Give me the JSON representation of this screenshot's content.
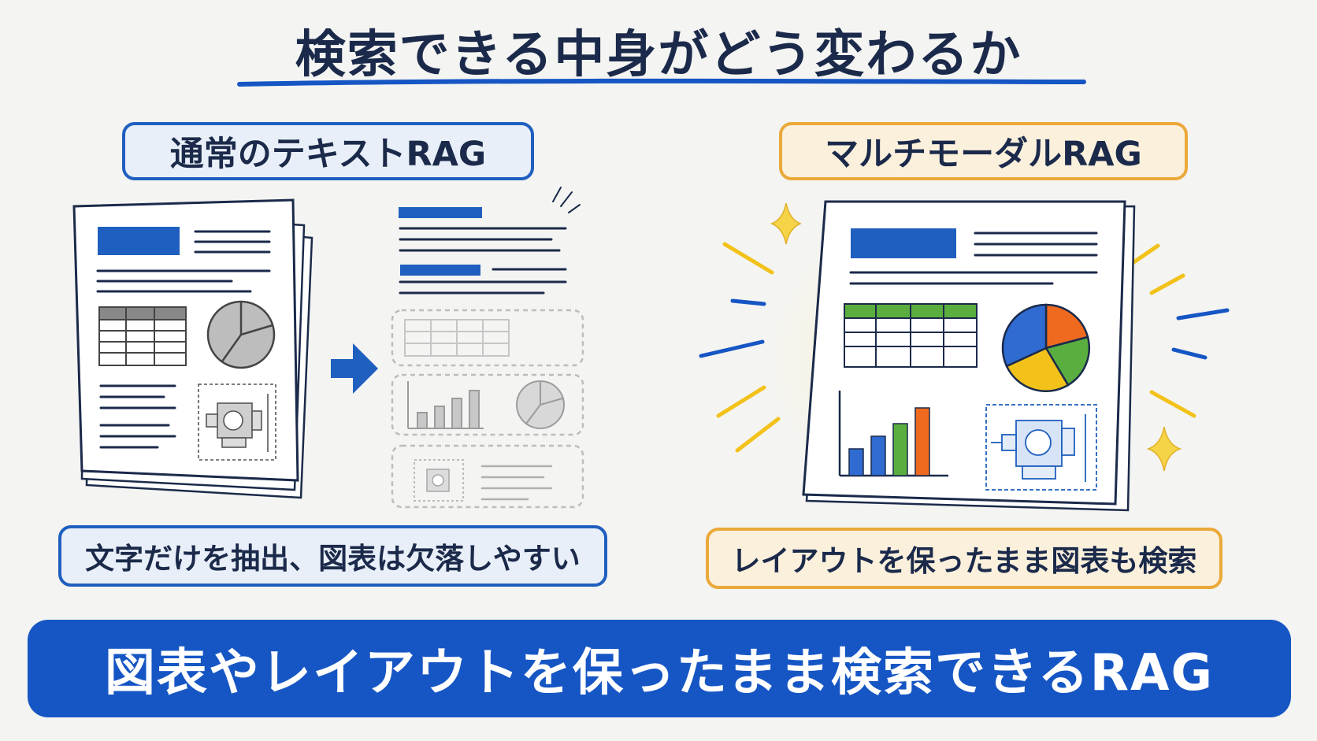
{
  "title": "検索できる中身がどう変わるか",
  "left": {
    "label": "通常のテキストRAG",
    "caption": "文字だけを抽出、図表は欠落しやすい"
  },
  "right": {
    "label": "マルチモーダルRAG",
    "caption": "レイアウトを保ったまま図表も検索"
  },
  "banner": "図表やレイアウトを保ったまま検索できるRAG",
  "colors": {
    "background": "#f4f4f2",
    "primary_blue": "#1656c4",
    "accent_orange": "#eaa93a",
    "text_dark": "#1b2a4a",
    "chart_blue": "#2f6bd0",
    "chart_green": "#5aae3f",
    "chart_orange": "#ef6a1f",
    "chart_yellow": "#f2c21b"
  },
  "icons": [
    "document-stack-icon",
    "arrow-right-icon",
    "extracted-chunks-icon",
    "sparkle-icon",
    "pie-chart-icon",
    "bar-chart-icon",
    "technical-drawing-icon"
  ]
}
